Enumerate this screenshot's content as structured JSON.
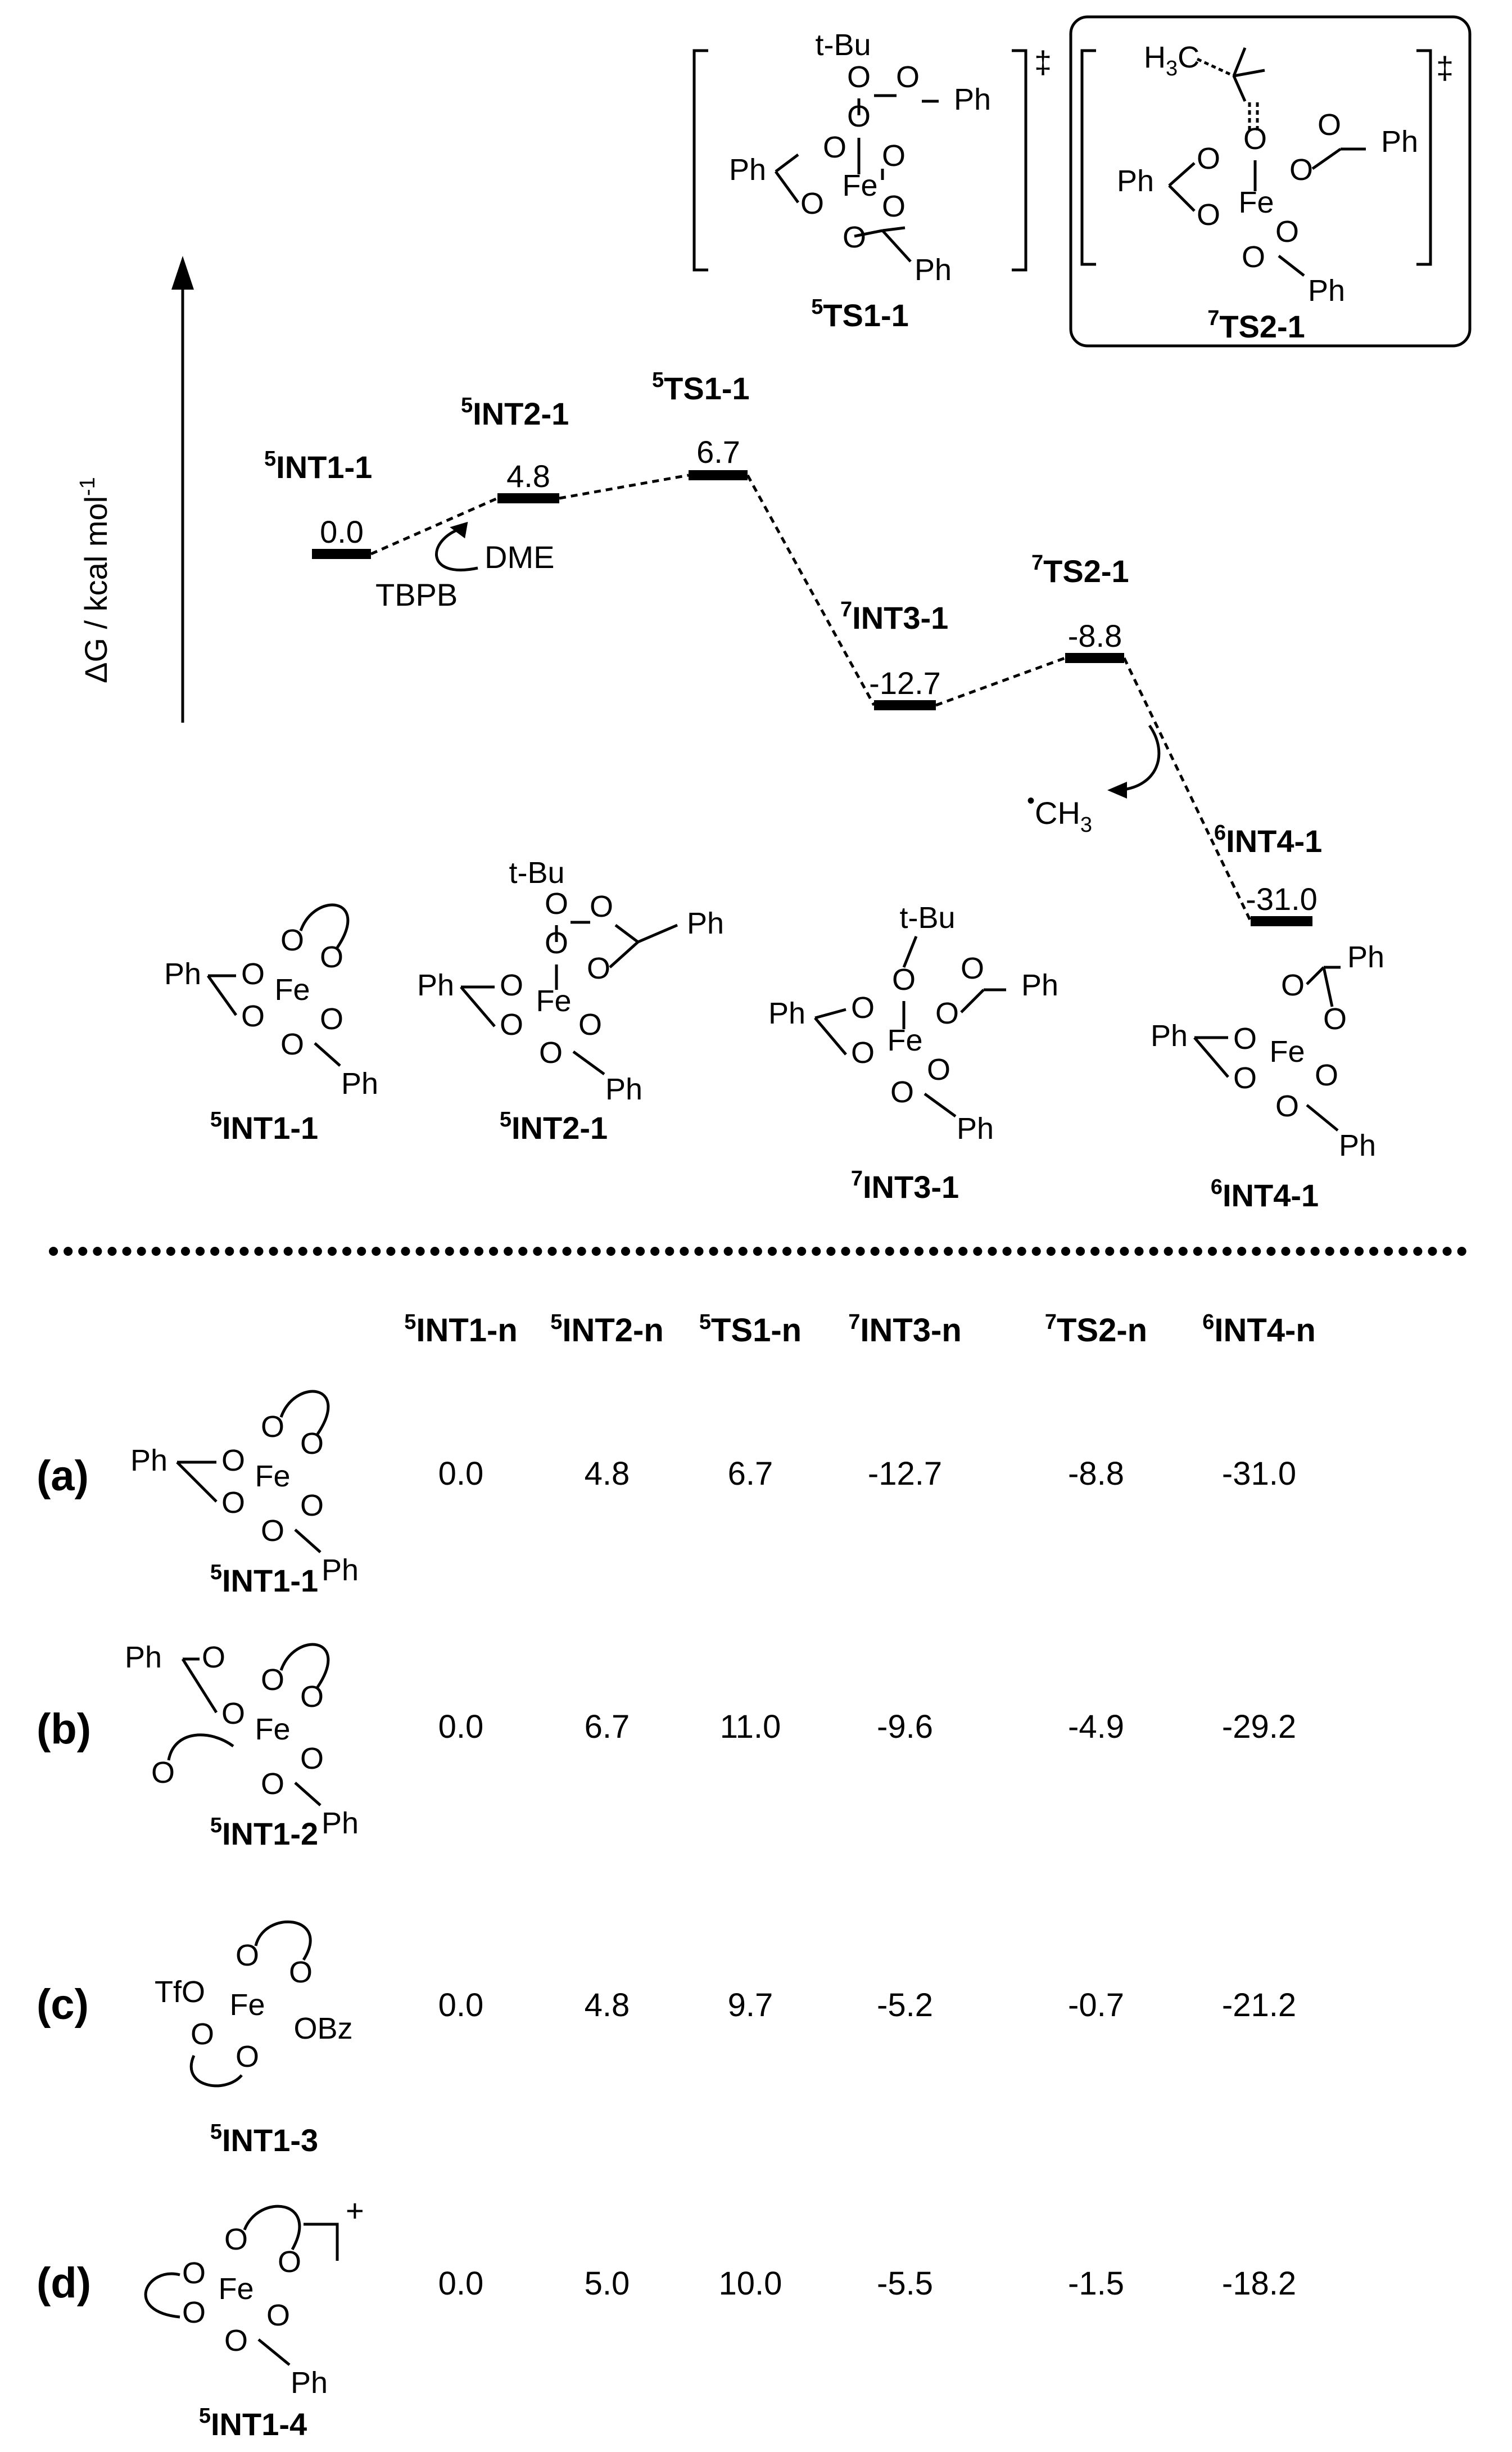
{
  "axis": {
    "ylabel": "ΔG / kcal mol",
    "ylabel_sup": "-1"
  },
  "states": [
    {
      "id": "int1",
      "sup": "5",
      "name": "INT1-1",
      "value": "0.0"
    },
    {
      "id": "int2",
      "sup": "5",
      "name": "INT2-1",
      "value": "4.8"
    },
    {
      "id": "ts1",
      "sup": "5",
      "name": "TS1-1",
      "value": "6.7"
    },
    {
      "id": "int3",
      "sup": "7",
      "name": "INT3-1",
      "value": "-12.7"
    },
    {
      "id": "ts2",
      "sup": "7",
      "name": "TS2-1",
      "value": "-8.8"
    },
    {
      "id": "int4",
      "sup": "6",
      "name": "INT4-1",
      "value": "-31.0"
    }
  ],
  "annotations": {
    "tbpb": "TBPB",
    "dme": "DME",
    "ch3": "CH",
    "ch3_sub": "3",
    "dagger": "‡"
  },
  "table": {
    "headers": [
      {
        "sup": "5",
        "name": "INT1-n"
      },
      {
        "sup": "5",
        "name": "INT2-n"
      },
      {
        "sup": "5",
        "name": "TS1-n"
      },
      {
        "sup": "7",
        "name": "INT3-n"
      },
      {
        "sup": "7",
        "name": "TS2-n"
      },
      {
        "sup": "6",
        "name": "INT4-n"
      }
    ],
    "rows": [
      {
        "tag": "(a)",
        "complex_sup": "5",
        "complex": "INT1-1",
        "values": [
          "0.0",
          "4.8",
          "6.7",
          "-12.7",
          "-8.8",
          "-31.0"
        ]
      },
      {
        "tag": "(b)",
        "complex_sup": "5",
        "complex": "INT1-2",
        "values": [
          "0.0",
          "6.7",
          "11.0",
          "-9.6",
          "-4.9",
          "-29.2"
        ]
      },
      {
        "tag": "(c)",
        "complex_sup": "5",
        "complex": "INT1-3",
        "values": [
          "0.0",
          "4.8",
          "9.7",
          "-5.2",
          "-0.7",
          "-21.2"
        ]
      },
      {
        "tag": "(d)",
        "complex_sup": "5",
        "complex": "INT1-4",
        "values": [
          "0.0",
          "5.0",
          "10.0",
          "-5.5",
          "-1.5",
          "-18.2"
        ]
      }
    ]
  },
  "atoms": {
    "fe": "Fe",
    "o": "O",
    "ph": "Ph",
    "tbu": "t-Bu",
    "h3c": "H",
    "h3c_sub": "3",
    "h3c_c": "C",
    "tfo": "TfO",
    "obz": "OBz",
    "plus": "+"
  }
}
